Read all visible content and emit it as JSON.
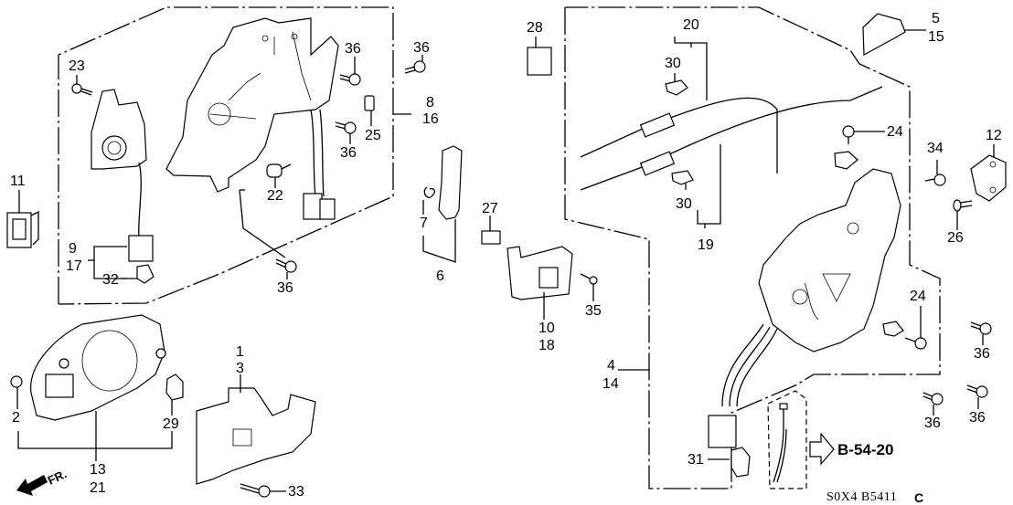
{
  "diagram": {
    "type": "exploded parts diagram",
    "subject": "door lock / latch assembly",
    "callouts": [
      {
        "id": "c1",
        "text": "1"
      },
      {
        "id": "c3",
        "text": "3"
      },
      {
        "id": "c2",
        "text": "2"
      },
      {
        "id": "c29",
        "text": "29"
      },
      {
        "id": "c13",
        "text": "13"
      },
      {
        "id": "c21",
        "text": "21"
      },
      {
        "id": "c33",
        "text": "33"
      },
      {
        "id": "c11",
        "text": "11"
      },
      {
        "id": "c23",
        "text": "23"
      },
      {
        "id": "c9",
        "text": "9"
      },
      {
        "id": "c17",
        "text": "17"
      },
      {
        "id": "c32",
        "text": "32"
      },
      {
        "id": "c22",
        "text": "22"
      },
      {
        "id": "c36a",
        "text": "36"
      },
      {
        "id": "c36b",
        "text": "36"
      },
      {
        "id": "c36c",
        "text": "36"
      },
      {
        "id": "c36d",
        "text": "36"
      },
      {
        "id": "c25",
        "text": "25"
      },
      {
        "id": "c8",
        "text": "8"
      },
      {
        "id": "c16",
        "text": "16"
      },
      {
        "id": "c7",
        "text": "7"
      },
      {
        "id": "c6",
        "text": "6"
      },
      {
        "id": "c27",
        "text": "27"
      },
      {
        "id": "c28",
        "text": "28"
      },
      {
        "id": "c10",
        "text": "10"
      },
      {
        "id": "c18",
        "text": "18"
      },
      {
        "id": "c35",
        "text": "35"
      },
      {
        "id": "c20",
        "text": "20"
      },
      {
        "id": "c30a",
        "text": "30"
      },
      {
        "id": "c30b",
        "text": "30"
      },
      {
        "id": "c19",
        "text": "19"
      },
      {
        "id": "c5",
        "text": "5"
      },
      {
        "id": "c15",
        "text": "15"
      },
      {
        "id": "c24a",
        "text": "24"
      },
      {
        "id": "c24b",
        "text": "24"
      },
      {
        "id": "c34",
        "text": "34"
      },
      {
        "id": "c12",
        "text": "12"
      },
      {
        "id": "c26",
        "text": "26"
      },
      {
        "id": "c4",
        "text": "4"
      },
      {
        "id": "c14",
        "text": "14"
      },
      {
        "id": "c31",
        "text": "31"
      },
      {
        "id": "c36e",
        "text": "36"
      },
      {
        "id": "c36f",
        "text": "36"
      },
      {
        "id": "c36g",
        "text": "36"
      }
    ],
    "reference": "B-54-20",
    "direction_label": "FR.",
    "drawing_code": "S0X4  B5411",
    "drawing_rev": "C"
  }
}
